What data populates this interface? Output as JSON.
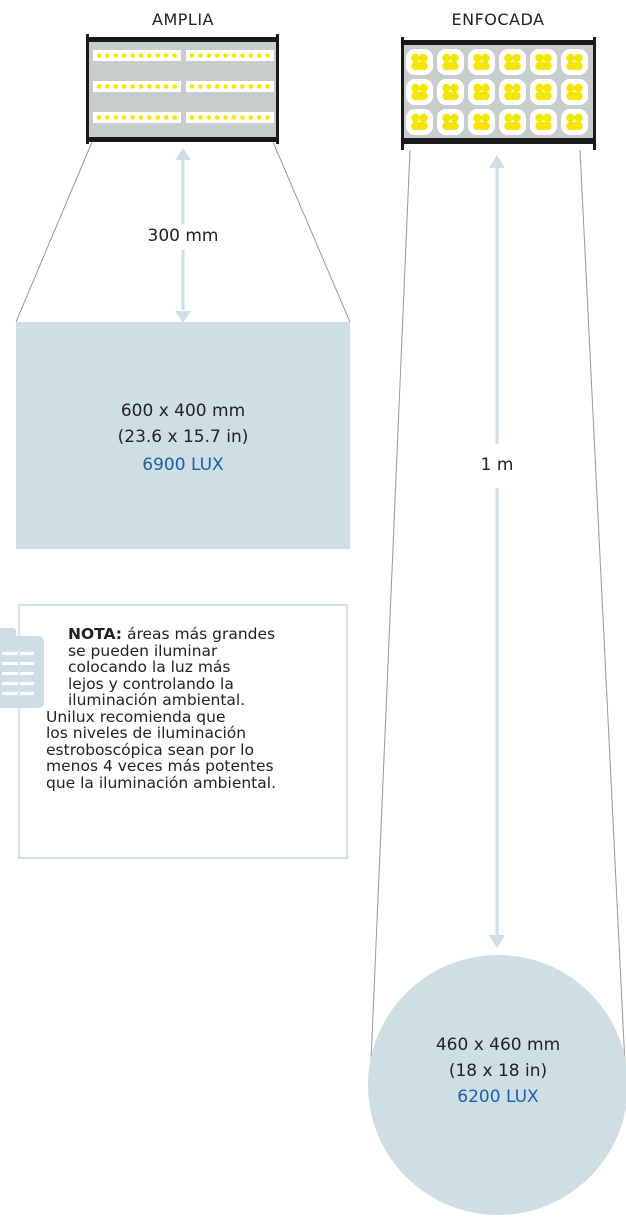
{
  "wide": {
    "title": "AMPLIA",
    "distance": "300 mm",
    "area_size": "600 x 400 mm",
    "area_size_in": "(23.6 x 15.7 in)",
    "lux": "6900 LUX"
  },
  "focused": {
    "title": "ENFOCADA",
    "distance": "1 m",
    "area_size": "460 x 460 mm",
    "area_size_in": "(18 x 18 in)",
    "lux": "6200 LUX"
  },
  "note": {
    "label": "NOTA:",
    "lines": [
      "áreas más grandes",
      "se pueden iluminar",
      "colocando la luz más",
      "lejos y controlando la",
      "iluminación ambiental.",
      "Unilux recomienda que",
      "los niveles de iluminación",
      "estroboscópica sean por lo",
      "menos 4 veces más potentes",
      "que la iluminación ambiental."
    ]
  },
  "colors": {
    "area_fill": "#cfdde5",
    "arrow": "#cfdde5",
    "lux_text": "#1a5faa",
    "led_yellow": "#f5e600",
    "fixture_frame": "#1a1a1a",
    "fixture_panel": "#c8cccd",
    "note_border": "#cfe0e8"
  },
  "icons": {
    "note": "clipboard-icon"
  }
}
